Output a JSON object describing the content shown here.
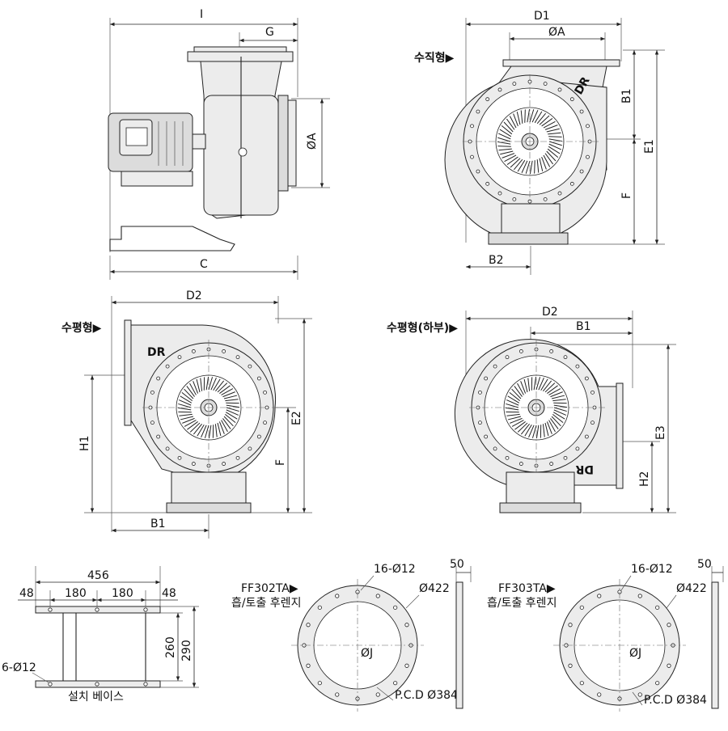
{
  "views": {
    "side": {
      "I": "I",
      "G": "G",
      "A": "ØA",
      "C": "C"
    },
    "vertical": {
      "title": "수직형▶",
      "D1": "D1",
      "A": "ØA",
      "B1": "B1",
      "E1": "E1",
      "F": "F",
      "B2": "B2",
      "logo": "DR"
    },
    "horizontal": {
      "title": "수평형▶",
      "D2": "D2",
      "E2": "E2",
      "F": "F",
      "H1": "H1",
      "B1": "B1",
      "logo": "DR"
    },
    "horizontal_bottom": {
      "title": "수평형(하부)▶",
      "D2": "D2",
      "B1": "B1",
      "E3": "E3",
      "H2": "H2",
      "logo": "DR"
    }
  },
  "base": {
    "title": "설치 베이스",
    "total": "456",
    "edge1": "48",
    "mid1": "180",
    "mid2": "180",
    "edge2": "48",
    "h1": "260",
    "h2": "290",
    "holes": "6-Ø12"
  },
  "flanges": [
    {
      "model": "FF302TA▶",
      "desc": "흡/토출 후렌지",
      "holes": "16-Ø12",
      "outer": "Ø422",
      "inner": "ØJ",
      "pcd": "P.C.D Ø384",
      "thickness": "50"
    },
    {
      "model": "FF303TA▶",
      "desc": "흡/토출 후렌지",
      "holes": "16-Ø12",
      "outer": "Ø422",
      "inner": "ØJ",
      "pcd": "P.C.D Ø384",
      "thickness": "50"
    }
  ]
}
